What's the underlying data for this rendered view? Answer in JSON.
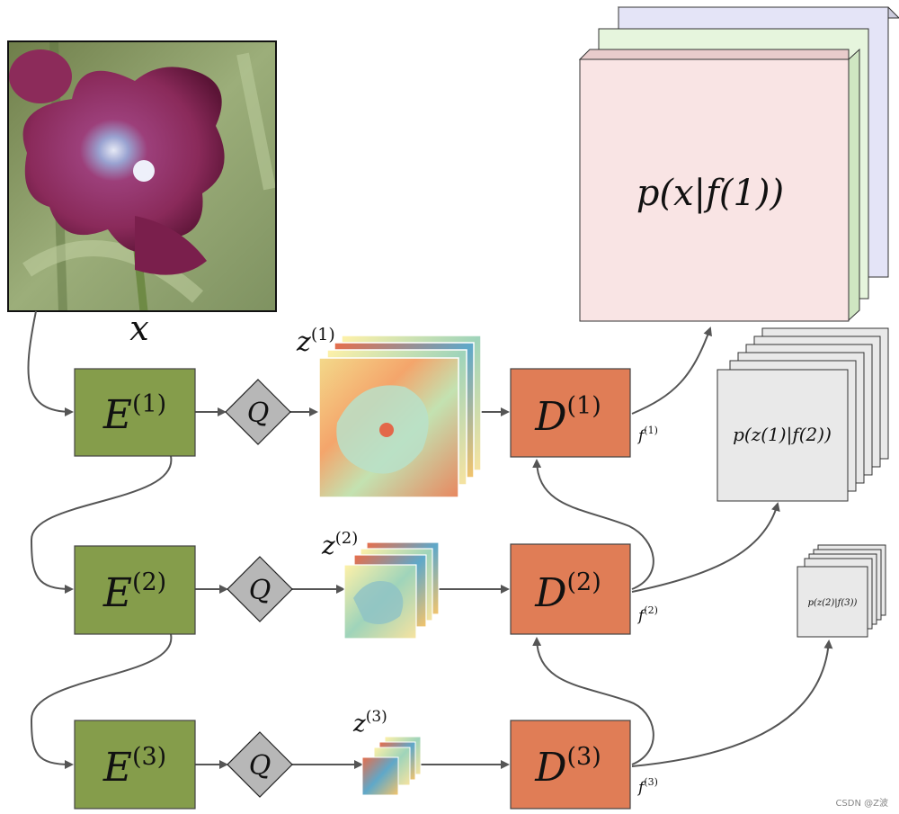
{
  "input": {
    "label": "x"
  },
  "encoders": [
    {
      "base": "E",
      "sup": "(1)"
    },
    {
      "base": "E",
      "sup": "(2)"
    },
    {
      "base": "E",
      "sup": "(3)"
    }
  ],
  "quantizer": {
    "label": "Q"
  },
  "latents": [
    {
      "base": "z",
      "sup": "(1)"
    },
    {
      "base": "z",
      "sup": "(2)"
    },
    {
      "base": "z",
      "sup": "(3)"
    }
  ],
  "decoders": [
    {
      "base": "D",
      "sup": "(1)"
    },
    {
      "base": "D",
      "sup": "(2)"
    },
    {
      "base": "D",
      "sup": "(3)"
    }
  ],
  "features": [
    {
      "base": "f",
      "sup": "(1)"
    },
    {
      "base": "f",
      "sup": "(2)"
    },
    {
      "base": "f",
      "sup": "(3)"
    }
  ],
  "outputs": [
    {
      "label": "p(x|f(1))",
      "colors": [
        "#f9e4e4",
        "#e6f5dd",
        "#e4e4f7"
      ]
    },
    {
      "label": "p(z(1)|f(2))",
      "colors": [
        "#e9e9e9",
        "#e9e9e9",
        "#e9e9e9"
      ]
    },
    {
      "label": "p(z(2)|f(3))",
      "colors": [
        "#e9e9e9",
        "#e9e9e9",
        "#e9e9e9"
      ]
    }
  ],
  "watermark": "CSDN @Z波"
}
